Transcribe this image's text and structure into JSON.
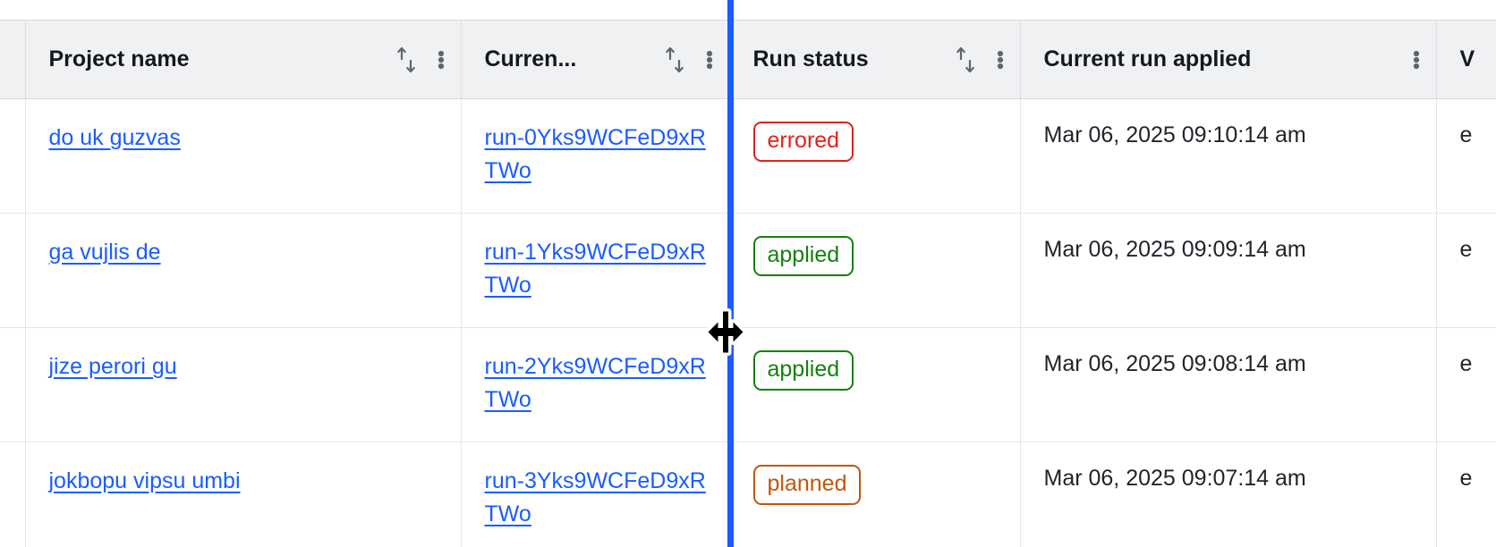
{
  "table": {
    "columns": [
      {
        "id": "select",
        "label": "",
        "sortable": false,
        "menu": false,
        "truncated": false
      },
      {
        "id": "project-name",
        "label": "Project name",
        "sortable": true,
        "menu": true,
        "truncated": false
      },
      {
        "id": "current-run",
        "label": "Curren...",
        "sortable": true,
        "menu": true,
        "truncated": true
      },
      {
        "id": "run-status",
        "label": "Run status",
        "sortable": true,
        "menu": true,
        "truncated": false
      },
      {
        "id": "current-run-applied",
        "label": "Current run applied",
        "sortable": false,
        "menu": true,
        "truncated": false
      },
      {
        "id": "next-column",
        "label": "V",
        "sortable": false,
        "menu": false,
        "truncated": true
      }
    ],
    "rows": [
      {
        "project_name": "do uk guzvas",
        "current_run": "run-0Yks9WCFeD9xRTWo",
        "run_status": "errored",
        "status_variant": "errored",
        "current_run_applied": "Mar 06, 2025 09:10:14 am",
        "next_value": "e"
      },
      {
        "project_name": "ga vujlis de",
        "current_run": "run-1Yks9WCFeD9xRTWo",
        "run_status": "applied",
        "status_variant": "applied",
        "current_run_applied": "Mar 06, 2025 09:09:14 am",
        "next_value": "e"
      },
      {
        "project_name": "jize perori gu",
        "current_run": "run-2Yks9WCFeD9xRTWo",
        "run_status": "applied",
        "status_variant": "applied",
        "current_run_applied": "Mar 06, 2025 09:08:14 am",
        "next_value": "e"
      },
      {
        "project_name": "jokbopu vipsu umbi",
        "current_run": "run-3Yks9WCFeD9xRTWo",
        "run_status": "planned",
        "status_variant": "planned",
        "current_run_applied": "Mar 06, 2025 09:07:14 am",
        "next_value": "e"
      }
    ]
  },
  "icons": {
    "sort": "sort-arrows-icon",
    "menu": "kebab-menu-icon",
    "cursor": "col-resize-cursor"
  },
  "interaction": {
    "column_resize_active": true,
    "resize_indicator_color": "#1a5cff",
    "resize_indicator_x": 813
  },
  "colors": {
    "link": "#1a5cff",
    "header_bg": "#f0f1f3",
    "status_errored": "#e0211f",
    "status_applied": "#14800e",
    "status_planned": "#c25708",
    "text": "#21242a",
    "border": "#e4e6e9"
  }
}
